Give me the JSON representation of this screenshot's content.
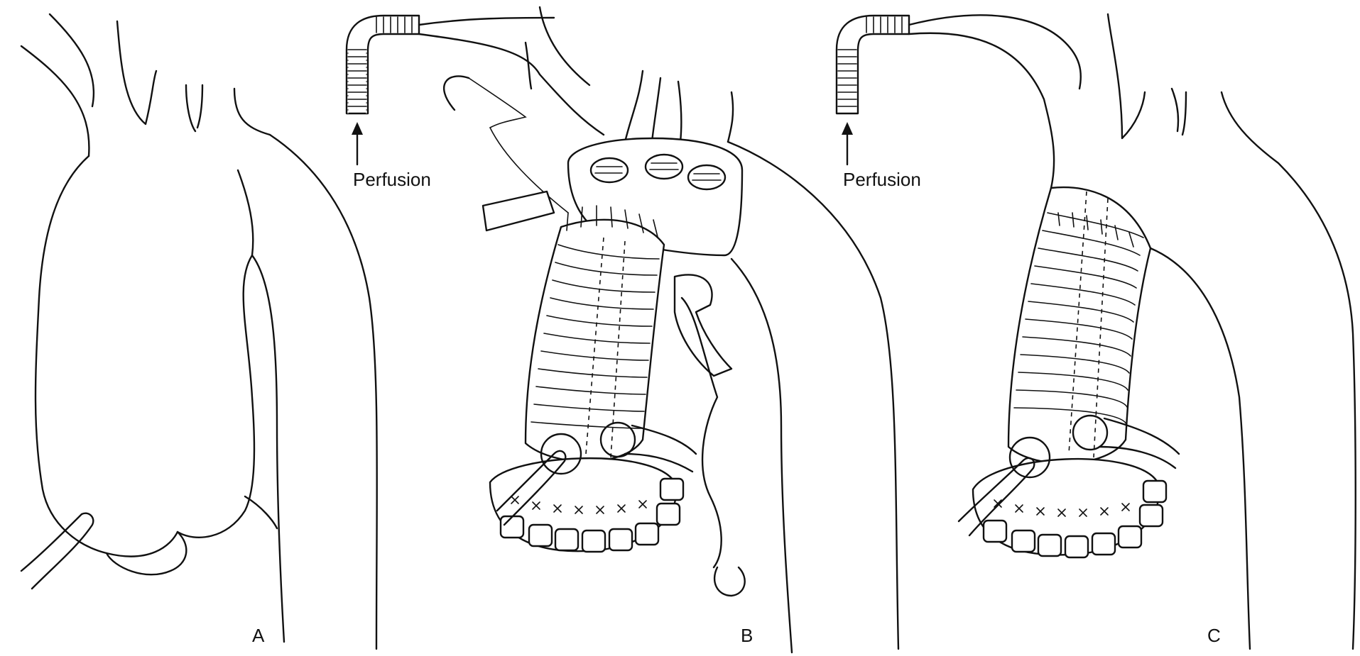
{
  "figure": {
    "perfusion_label": "Perfusion",
    "panel_a": "A",
    "panel_b": "B",
    "panel_c": "C"
  }
}
